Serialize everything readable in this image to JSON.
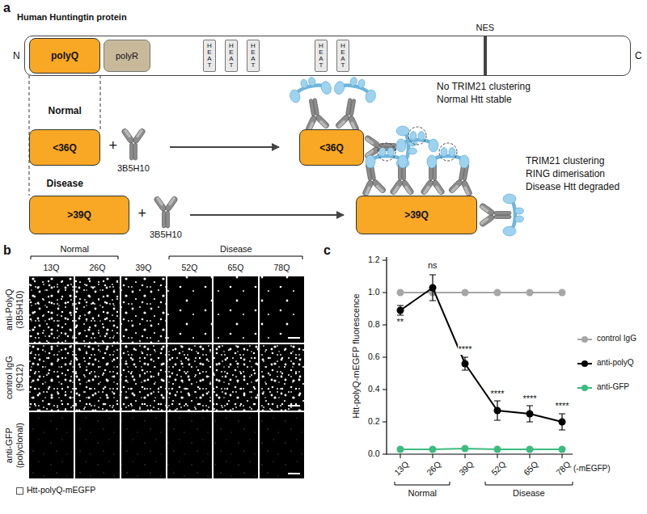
{
  "diagram": {
    "nodes": [
      {
        "text": [
          "Human Huntingtin protein"
        ]
      },
      {
        "text": [
          "polyQ"
        ],
        "in": 0
      },
      {
        "text": [
          "polyR"
        ],
        "in": 0
      },
      {
        "text": [
          "HEAT"
        ],
        "in": 0
      },
      {
        "text": [
          "HEAT"
        ],
        "in": 0
      },
      {
        "text": [
          "HEAT"
        ],
        "in": 0
      },
      {
        "text": [
          "HEAT"
        ],
        "in": 0
      },
      {
        "text": [
          "HEAT"
        ],
        "in": 0
      },
      {
        "text": [
          "<36Q"
        ]
      },
      {
        "text": [
          "<36Q"
        ]
      },
      {
        "text": [
          ">39Q"
        ]
      },
      {
        "text": [
          ">39Q"
        ]
      }
    ],
    "labels": [
      "a",
      "N",
      "NES",
      "C",
      "Normal",
      "+",
      "3B5H10",
      "No TRIM21 clustering",
      "Normal Htt stable",
      "Disease",
      "+",
      "3B5H10",
      "TRIM21 clustering",
      "RING dimerisation",
      "Disease Htt degraded",
      "b",
      "Normal",
      "Disease",
      "13Q",
      "26Q",
      "39Q",
      "52Q",
      "65Q",
      "78Q",
      "anti-PolyQ (3B5H10)",
      "control IgG (9C12)",
      "anti-GFP (polyclonal)",
      "c",
      "0.0",
      "0.2",
      "0.4",
      "0.6",
      "0.8",
      "1.0",
      "1.2",
      "Htt-polyQ-mEGFP fluorescence",
      "13Q",
      "26Q",
      "39Q",
      "52Q",
      "65Q",
      "78Q",
      "(-mEGFP)",
      "Normal",
      "Disease",
      "**",
      "ns",
      "****",
      "****",
      "****",
      "****"
    ],
    "legend": [
      {
        "text": "Htt-polyQ-mEGFP",
        "color": "#ffffff"
      },
      {
        "text": "control IgG"
      },
      {
        "text": "anti-polyQ"
      },
      {
        "text": "anti-GFP"
      }
    ]
  }
}
